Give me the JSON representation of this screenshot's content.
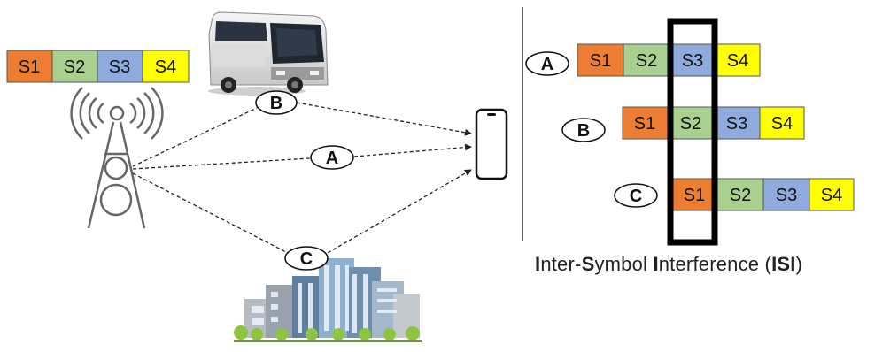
{
  "symbols": [
    {
      "label": "S1",
      "color": "#ed7d31"
    },
    {
      "label": "S2",
      "color": "#a9d08e"
    },
    {
      "label": "S3",
      "color": "#8faadc"
    },
    {
      "label": "S4",
      "color": "#ffff00"
    }
  ],
  "paths": {
    "A": "A",
    "B": "B",
    "C": "C"
  },
  "caption": {
    "p1": "I",
    "p2": "nter-",
    "p3": "S",
    "p4": "ymbol ",
    "p5": "I",
    "p6": "nterference (",
    "p7": "ISI",
    "p8": ")"
  }
}
